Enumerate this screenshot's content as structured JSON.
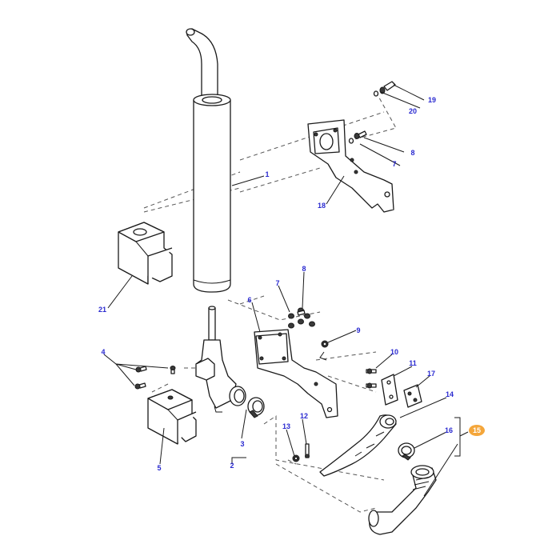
{
  "diagram": {
    "callouts": {
      "c1": "1",
      "c2": "2",
      "c3": "3",
      "c4": "4",
      "c5": "5",
      "c6": "6",
      "c7a": "7",
      "c7b": "7",
      "c8a": "8",
      "c8b": "8",
      "c9": "9",
      "c10": "10",
      "c11": "11",
      "c12": "12",
      "c13": "13",
      "c14": "14",
      "c15": "15",
      "c16": "16",
      "c17": "17",
      "c18": "18",
      "c19": "19",
      "c20": "20",
      "c21": "21"
    },
    "highlighted_callout": "15",
    "colors": {
      "callout_text": "#2a2ad0",
      "highlight_badge": "#f4a63a",
      "line": "#1a1a1a"
    }
  }
}
